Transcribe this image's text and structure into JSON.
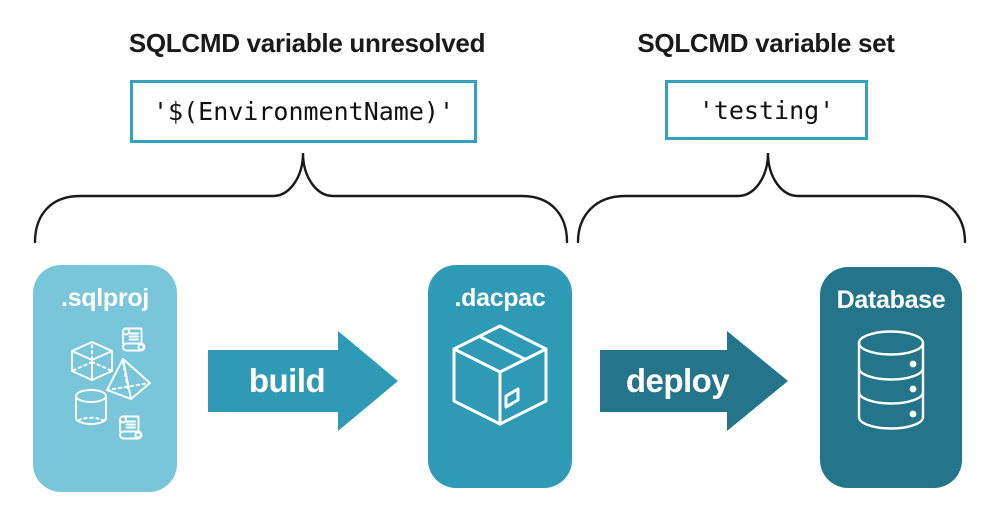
{
  "annotations": {
    "unresolved": {
      "title": "SQLCMD variable unresolved",
      "code": "'$(EnvironmentName)'"
    },
    "set": {
      "title": "SQLCMD variable set",
      "code": "'testing'"
    }
  },
  "pipeline": {
    "nodes": [
      {
        "id": "sqlproj",
        "label": ".sqlproj",
        "fill": "#79c6da",
        "icons": [
          "script-scroll-icon",
          "cube-icon",
          "pyramid-icon",
          "cylinder-icon",
          "script-scroll-icon"
        ]
      },
      {
        "id": "dacpac",
        "label": ".dacpac",
        "fill": "#2e9ab6",
        "icons": [
          "package-box-icon"
        ]
      },
      {
        "id": "database",
        "label": "Database",
        "fill": "#24758a",
        "icons": [
          "database-cylinder-icon"
        ]
      }
    ],
    "arrows": [
      {
        "label": "build",
        "fill": "#2e9ab6"
      },
      {
        "label": "deploy",
        "fill": "#24758a"
      }
    ]
  },
  "colors": {
    "code_box_border": "#33a1bf",
    "heading_text": "#1a1a1a",
    "brace_stroke": "#1a1a1a",
    "icon_stroke": "#ffffff",
    "background": "#ffffff"
  }
}
